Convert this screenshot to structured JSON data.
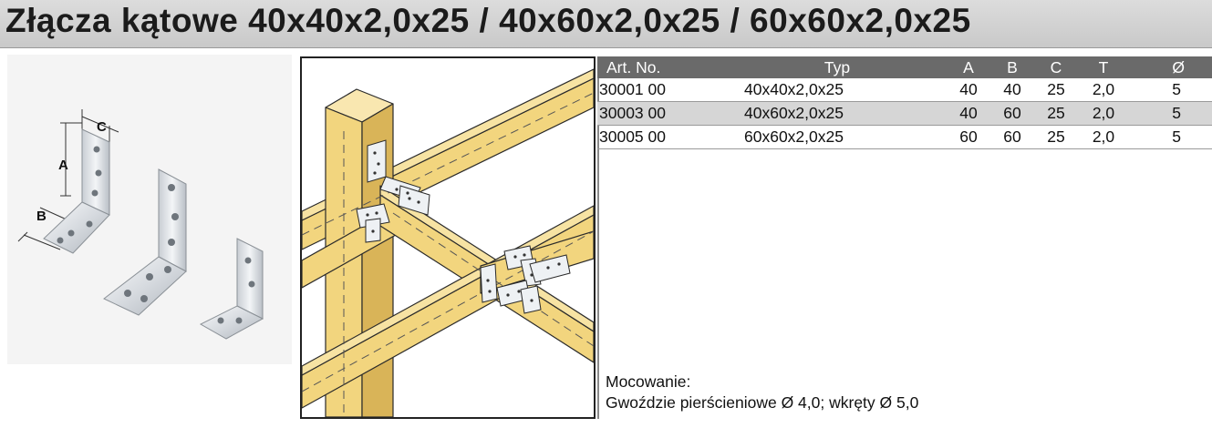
{
  "title": "Złącza kątowe 40x40x2,0x25 / 40x60x2,0x25 / 60x60x2,0x25",
  "photo": {
    "dimension_labels": [
      "A",
      "B",
      "C"
    ]
  },
  "table": {
    "headers": {
      "art_no": "Art. No.",
      "typ": "Typ",
      "a": "A",
      "b": "B",
      "c": "C",
      "t": "T",
      "d": "Ø"
    },
    "rows": [
      {
        "art_no": "30001 00",
        "typ": "40x40x2,0x25",
        "a": "40",
        "b": "40",
        "c": "25",
        "t": "2,0",
        "d": "5"
      },
      {
        "art_no": "30003 00",
        "typ": "40x60x2,0x25",
        "a": "40",
        "b": "60",
        "c": "25",
        "t": "2,0",
        "d": "5"
      },
      {
        "art_no": "30005 00",
        "typ": "60x60x2,0x25",
        "a": "60",
        "b": "60",
        "c": "25",
        "t": "2,0",
        "d": "5"
      }
    ]
  },
  "mounting": {
    "label": "Mocowanie:",
    "text": "Gwoździe pierścieniowe Ø 4,0; wkręty Ø 5,0"
  },
  "colors": {
    "title_bar": "#d0d0d0",
    "table_header": "#6a6a6a",
    "alt_row": "#d6d6d6",
    "wood": "#f2d57e",
    "wood_edge": "#c9a443",
    "metal": "#e9ecef"
  }
}
